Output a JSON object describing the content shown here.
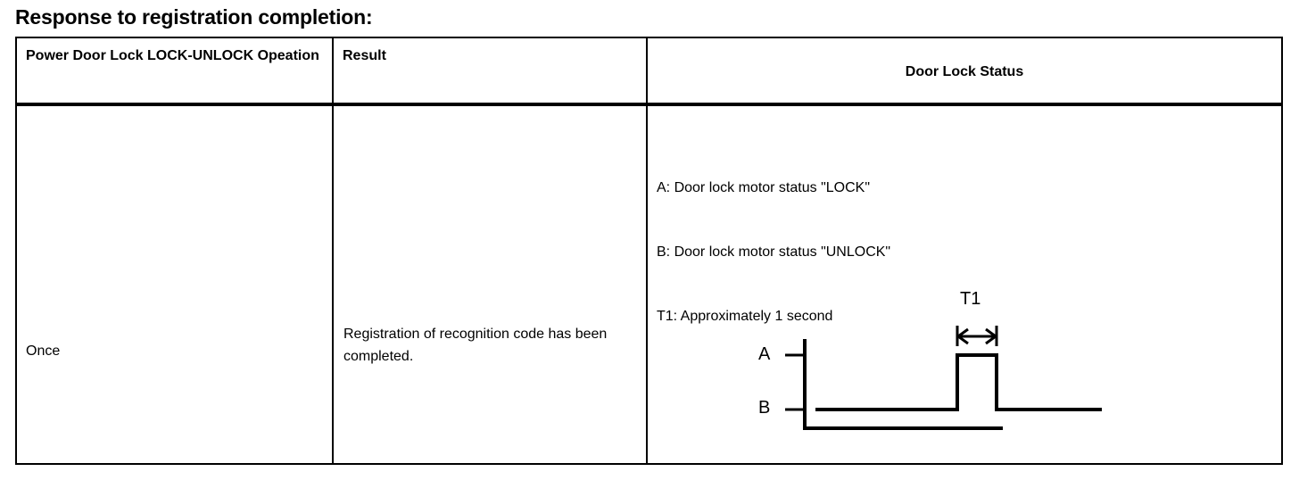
{
  "page": {
    "title": "Response to registration completion:"
  },
  "table": {
    "headers": [
      "Power Door Lock LOCK-UNLOCK Opeation",
      "Result",
      "Door Lock Status"
    ],
    "rows": [
      {
        "operation": "Once",
        "result": "Registration of recognition code has been completed.",
        "status": {
          "legend": [
            "A: Door lock motor status \"LOCK\"",
            "B: Door lock motor status \"UNLOCK\"",
            "T1: Approximately 1 second"
          ],
          "diagram": {
            "type": "timing-waveform",
            "axis_labels": [
              "A",
              "B"
            ],
            "interval_label": "T1",
            "interval_meaning": "Approximately 1 second",
            "level_high_label": "A",
            "level_low_label": "B",
            "waveform": "B (UNLOCK) low, pulse high to A (LOCK) for T1, then back to B low"
          }
        }
      }
    ]
  },
  "colors": {
    "ink": "#000000",
    "paper": "#ffffff"
  }
}
